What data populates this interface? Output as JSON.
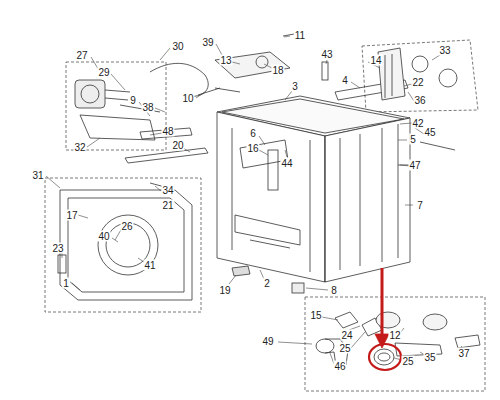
{
  "diagram": {
    "labels": [
      "11",
      "39",
      "30",
      "27",
      "43",
      "33",
      "13",
      "14",
      "18",
      "29",
      "4",
      "22",
      "3",
      "10",
      "9",
      "36",
      "38",
      "42",
      "48",
      "45",
      "6",
      "5",
      "20",
      "32",
      "16",
      "44",
      "47",
      "31",
      "34",
      "21",
      "7",
      "17",
      "26",
      "40",
      "23",
      "41",
      "2",
      "1",
      "19",
      "8",
      "15",
      "24",
      "12",
      "49",
      "25",
      "37",
      "35",
      "25",
      "46"
    ]
  }
}
